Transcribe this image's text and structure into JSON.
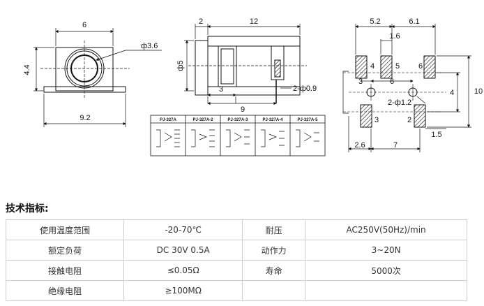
{
  "drawing": {
    "front": {
      "width": "6",
      "height": "4.4",
      "diameter": "ф3.6",
      "base": "9.2"
    },
    "side": {
      "left": "2",
      "top": "12",
      "height": "ф5",
      "inner": "3",
      "length": "9",
      "pin": "2-ф0.9"
    },
    "pcb": {
      "top_a": "5.2",
      "top_b": "6.1",
      "top_c": "1.6",
      "mid_a": "3",
      "mid_b": "6",
      "right": "10",
      "right_inner": "4",
      "holes": "2-ф1.2",
      "edge": "1.5",
      "bottom_a": "2.6",
      "bottom_b": "7",
      "pins": [
        "4",
        "5",
        "6",
        "3",
        "2"
      ]
    },
    "variants": [
      "PJ-327A",
      "PJ-327A-2",
      "PJ-327A-3",
      "PJ-327A-4",
      "PJ-327A-5"
    ]
  },
  "spec": {
    "title": "技术指标:",
    "rows": [
      [
        "使用温度范围",
        "-20-70℃",
        "耐压",
        "AC250V(50Hz)/min"
      ],
      [
        "额定负荷",
        "DC 30V 0.5A",
        "动作力",
        "3~20N"
      ],
      [
        "接触电阻",
        "≤0.05Ω",
        "寿命",
        "5000次"
      ],
      [
        "绝缘电阻",
        "≥100MΩ",
        "",
        ""
      ]
    ]
  }
}
